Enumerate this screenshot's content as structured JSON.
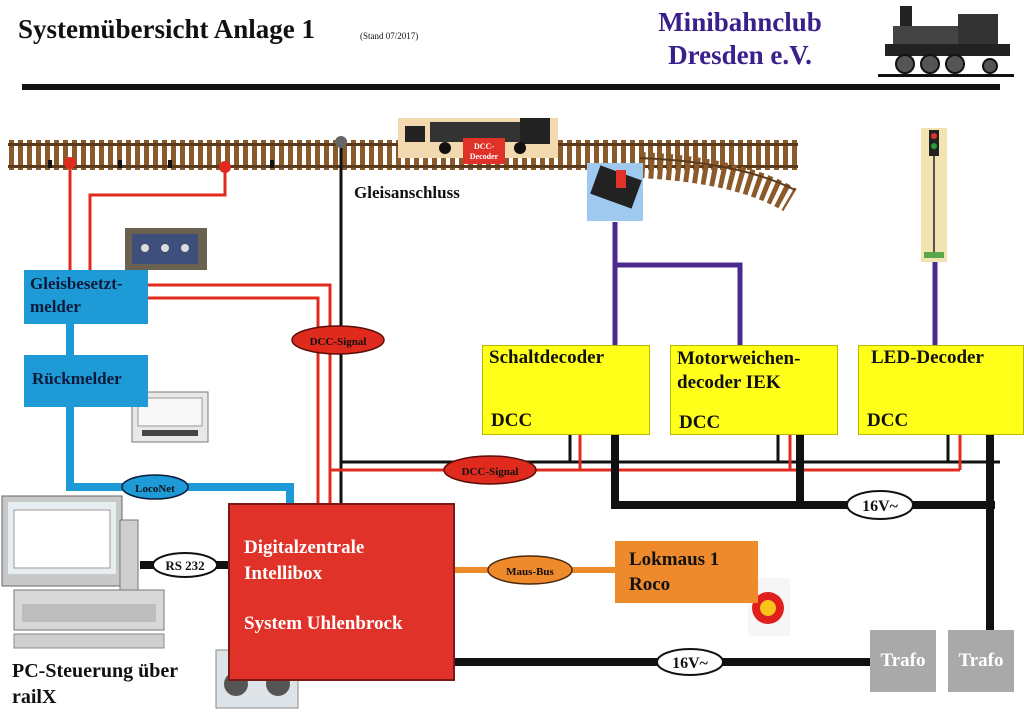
{
  "header": {
    "title": "Systemübersicht Anlage 1",
    "stand": "(Stand 07/2017)",
    "club_line1": "Minibahnclub",
    "club_line2": "Dresden e.V."
  },
  "track": {
    "decoder_label_1": "DCC-",
    "decoder_label_2": "Decoder",
    "connection_label": "Gleisanschluss"
  },
  "feedback": {
    "occupancy_line1": "Gleisbesetzt-",
    "occupancy_line2": "melder",
    "reporter": "Rückmelder"
  },
  "decoders": {
    "switch_title": "Schaltdecoder",
    "switch_dcc": "DCC",
    "motor_line1": "Motorweichen-",
    "motor_line2": "decoder IEK",
    "motor_dcc": "DCC",
    "led_title": "LED-Decoder",
    "led_dcc": "DCC"
  },
  "signals": {
    "dcc_signal_upper": "DCC-Signal",
    "dcc_signal_lower": "DCC-Signal",
    "loconet": "LocoNet",
    "rs232": "RS 232",
    "maus_bus": "Maus-Bus",
    "v16_upper": "16V~",
    "v16_lower": "16V~"
  },
  "central": {
    "line1": "Digitalzentrale",
    "line2": "Intellibox",
    "line3": "System Uhlenbrock"
  },
  "lokmaus": {
    "line1": "Lokmaus 1",
    "line2": "Roco"
  },
  "power": {
    "trafo1": "Trafo",
    "trafo2": "Trafo"
  },
  "pc": {
    "line1": "PC-Steuerung über",
    "line2": "railX"
  }
}
